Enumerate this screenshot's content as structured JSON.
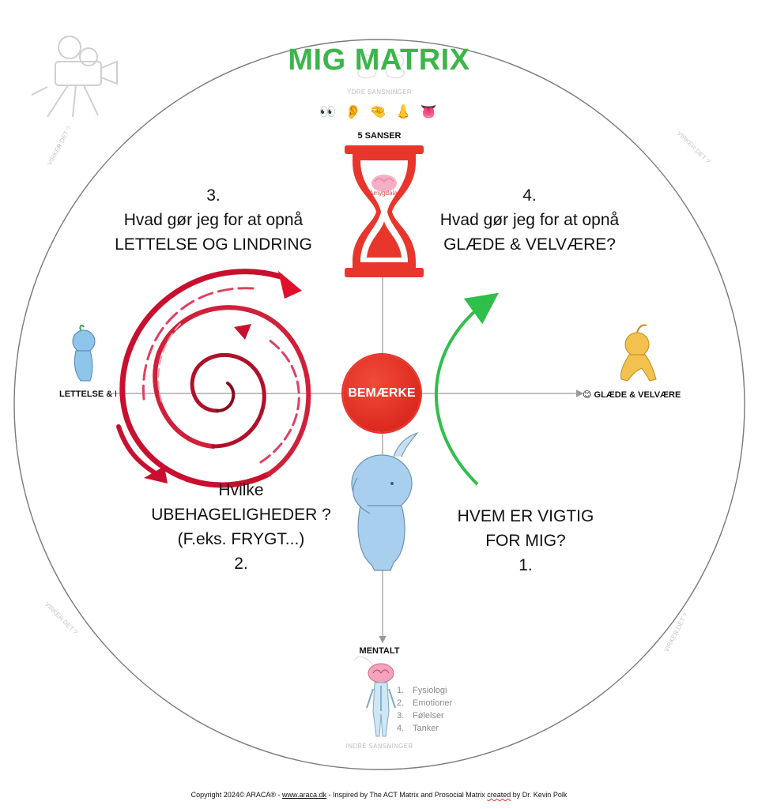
{
  "title": "MIG MATRIX",
  "outer_senses_label": "YDRE SANSNINGER",
  "inner_senses_label": "INDRE SANSNINGER",
  "senses_emoji": "👀 👂 🤏 👃 👅",
  "senses_label": "5 SANSER",
  "brain_label": "Amygdala",
  "center_button": "BEMÆRKE",
  "axis": {
    "left": "LETTELSE & LINDRING",
    "right_emoji": "😊",
    "right": "GLÆDE & VELVÆRE",
    "bottom": "MENTALT"
  },
  "quadrant_3": {
    "number": "3.",
    "line1": "Hvad gør jeg for at opnå",
    "line2": "LETTELSE OG LINDRING"
  },
  "quadrant_4": {
    "number": "4.",
    "line1": "Hvad gør jeg for at opnå",
    "line2": "GLÆDE & VELVÆRE?"
  },
  "quadrant_2": {
    "line1": "Hvilke",
    "line2": "UBEHAGELIGHEDER ?",
    "line3": "(F.eks. FRYGT...)",
    "number": "2."
  },
  "quadrant_1": {
    "line1": "HVEM ER VIGTIG",
    "line2": "FOR MIG?",
    "number": "1."
  },
  "virker": "VIRKER DET ?",
  "inner_list": [
    {
      "n": "1.",
      "label": "Fysiologi"
    },
    {
      "n": "2.",
      "label": "Emotioner"
    },
    {
      "n": "3.",
      "label": "Følelser"
    },
    {
      "n": "4.",
      "label": "Tanker"
    }
  ],
  "footer": {
    "prefix": "Copyright 2024© ARACA® - ",
    "link": "www.araca.dk",
    "middle": " - Inspired by The ACT Matrix and Prosocial Matrix ",
    "squiggle": "created",
    "suffix": " by Dr. Kevin Polk"
  },
  "colors": {
    "title_green": "#3cb54a",
    "hourglass_red": "#e8362c",
    "arrow_green": "#2fbf4a",
    "spiral_red": "#c8102e",
    "figure_blue": "#a9cfee",
    "figure_yellow": "#f2c14e"
  }
}
